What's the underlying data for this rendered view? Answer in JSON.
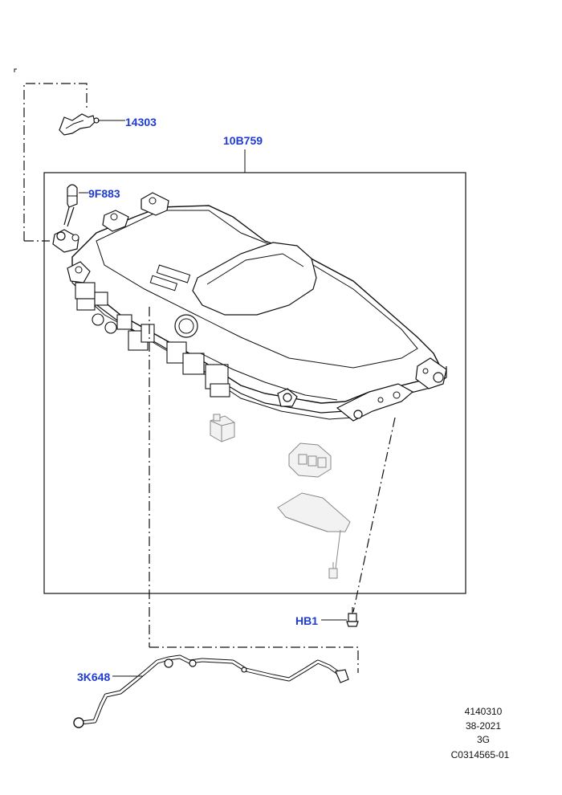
{
  "callouts": {
    "part_14303": "14303",
    "part_10b759": "10B759",
    "part_9f883": "9F883",
    "part_hb1": "HB1",
    "part_3k648": "3K648"
  },
  "reference": {
    "line1": "4140310",
    "line2": "38-2021",
    "line3": "3G",
    "line4": "C0314565-01"
  },
  "colors": {
    "callout": "#1f3bd1",
    "linework": "#111111"
  }
}
